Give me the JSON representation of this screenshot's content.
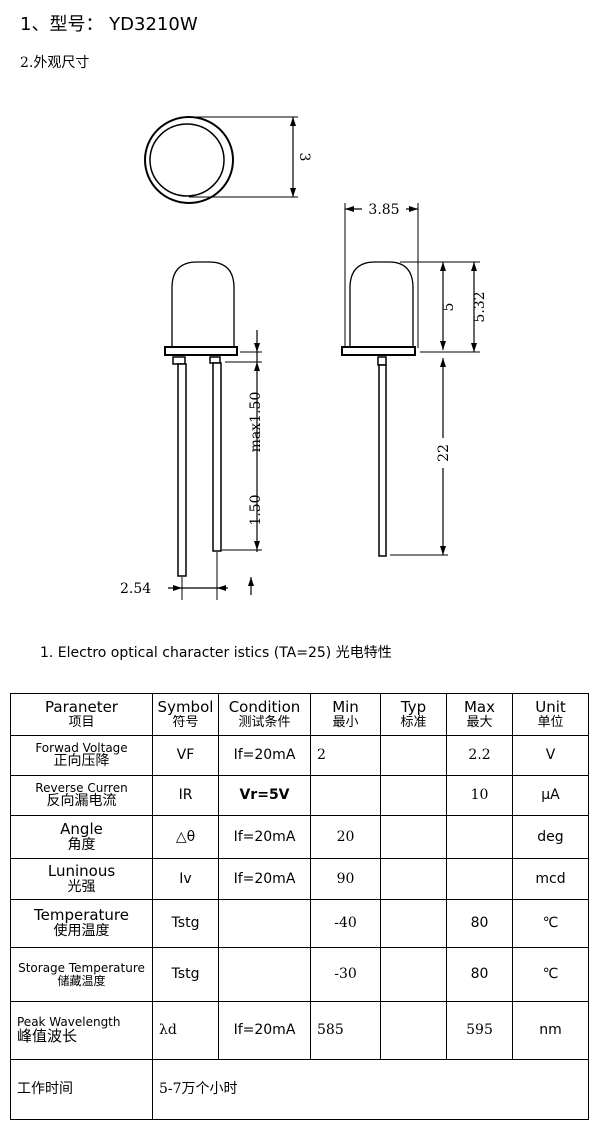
{
  "header": {
    "model_line": "1、型号：  YD3210W",
    "section2": "2.外观尺寸"
  },
  "drawing": {
    "dim_top": "3",
    "dim_width": "3.85",
    "dim_body": "5",
    "dim_total": "5.32",
    "dim_max": "max1.50",
    "dim_lead_gap": "1.50",
    "dim_lead_len": "22",
    "dim_pitch": "2.54"
  },
  "section1": "1. Electro optical character istics (TA=25)    光电特性",
  "table": {
    "headers": [
      {
        "en": "Paraneter",
        "zh": "项目"
      },
      {
        "en": "Symbol",
        "zh": "符号"
      },
      {
        "en": "Condition",
        "zh": "测试条件"
      },
      {
        "en": "Min",
        "zh": "最小"
      },
      {
        "en": "Typ",
        "zh": "标准"
      },
      {
        "en": "Max",
        "zh": "最大"
      },
      {
        "en": "Unit",
        "zh": "单位"
      }
    ],
    "rows": [
      {
        "param_en": "Forwad Voltage",
        "param_zh": "正向压降",
        "symbol": "VF",
        "condition": "If=20mA",
        "min": "2",
        "typ": "",
        "max": "2.2",
        "unit": "V"
      },
      {
        "param_en": "Reverse Curren",
        "param_zh": "反向漏电流",
        "symbol": "IR",
        "condition": "Vr=5V",
        "min": "",
        "typ": "",
        "max": "10",
        "unit": "μA"
      },
      {
        "param_en": "Angle",
        "param_zh": "角度",
        "symbol": "△θ",
        "condition": "If=20mA",
        "min": "20",
        "typ": "",
        "max": "",
        "unit": "deg"
      },
      {
        "param_en": "Luninous",
        "param_zh": "光强",
        "symbol": "Iv",
        "condition": "If=20mA",
        "min": "90",
        "typ": "",
        "max": "",
        "unit": "mcd"
      },
      {
        "param_en": "Temperature",
        "param_zh": "使用温度",
        "symbol": "Tstg",
        "condition": "",
        "min": "-40",
        "typ": "",
        "max": "80",
        "unit": "℃"
      },
      {
        "param_en": "Storage Temperature",
        "param_zh": "储藏温度",
        "symbol": "Tstg",
        "condition": "",
        "min": "-30",
        "typ": "",
        "max": "80",
        "unit": "℃"
      },
      {
        "param_en": "Peak Wavelength",
        "param_zh": "峰值波长",
        "symbol": "λd",
        "condition": "If=20mA",
        "min": "585",
        "typ": "",
        "max": "595",
        "unit": "nm"
      }
    ],
    "worktime_label": "工作时间",
    "worktime_value": "5-7万个小时"
  }
}
